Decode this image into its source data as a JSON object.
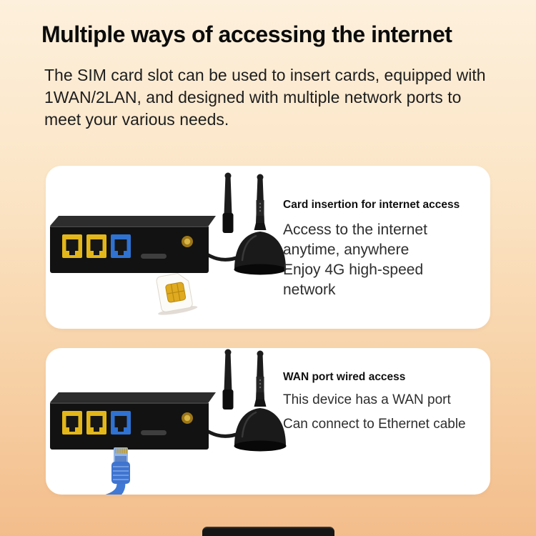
{
  "page": {
    "title": "Multiple ways of accessing the internet",
    "intro": "The SIM card slot can be used to insert cards, equipped with 1WAN/2LAN, and designed with multiple network ports to meet your various needs."
  },
  "cards": [
    {
      "heading": "Card insertion for internet access",
      "body_lines": [
        "Access to the internet anytime, anywhere",
        "Enjoy 4G high-speed network"
      ],
      "illustration": "router-with-sim-card"
    },
    {
      "heading": "WAN port wired access",
      "body_lines": [
        "This device has a WAN port",
        "Can connect to Ethernet cable"
      ],
      "illustration": "router-with-ethernet-cable"
    }
  ],
  "colors": {
    "background_top": "#fdf0dc",
    "background_bottom": "#f3bd8b",
    "card_background": "#ffffff",
    "title_color": "#0c0c0c",
    "router_body": "#121212",
    "lan_port_yellow": "#e3b71a",
    "wan_port_blue": "#2f72d2",
    "ethernet_cable_blue": "#4079d5",
    "sim_chip_gold": "#dfaa1f"
  }
}
